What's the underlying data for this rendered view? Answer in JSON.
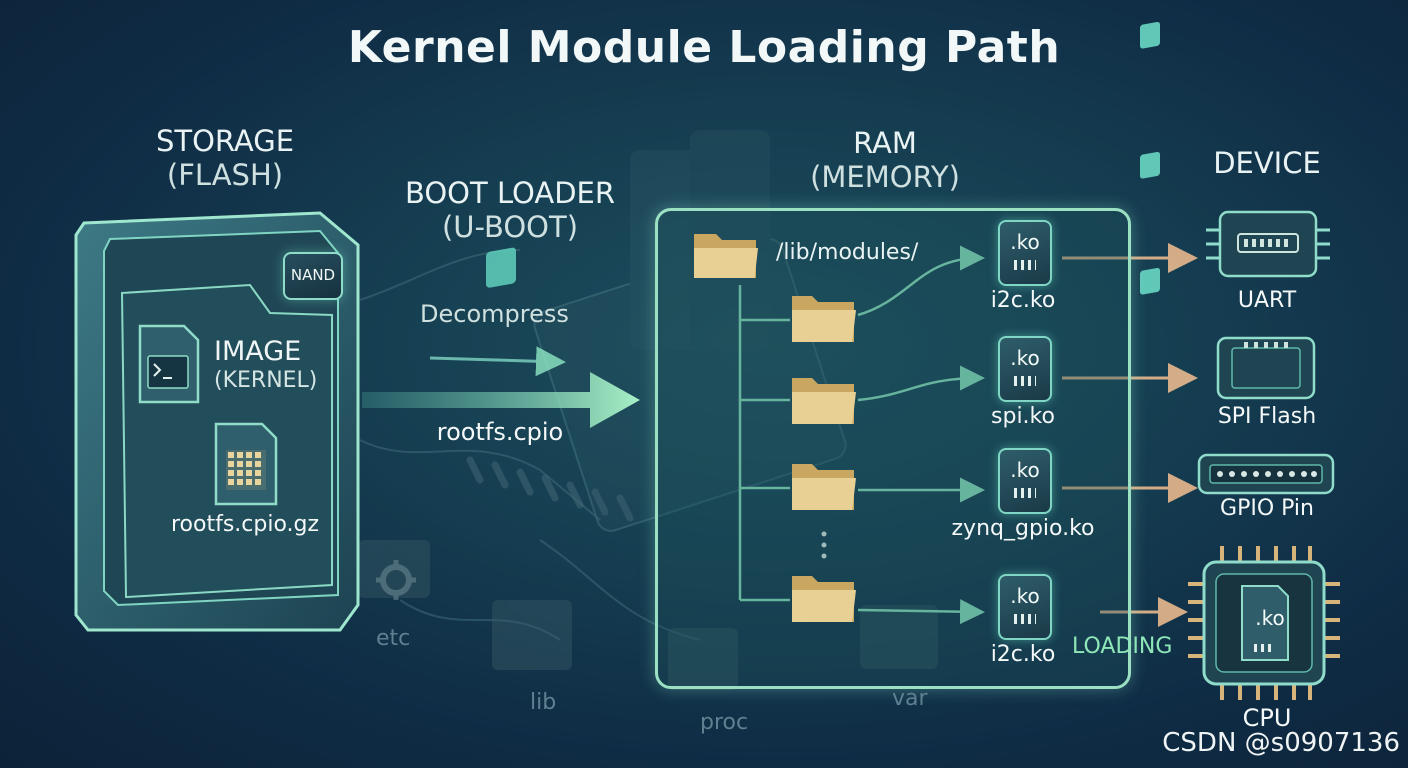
{
  "title": "Kernel Module Loading Path",
  "storage": {
    "line1": "STORAGE",
    "line2": "(FLASH)",
    "chip": "NAND",
    "image_line1": "IMAGE",
    "image_line2": "(KERNEL)",
    "archive": "rootfs.cpio.gz"
  },
  "bootloader": {
    "line1": "BOOT LOADER",
    "line2": "(U-BOOT)",
    "step": "Decompress",
    "output": "rootfs.cpio"
  },
  "ram": {
    "line1": "RAM",
    "line2": "(MEMORY)",
    "path": "/lib/modules/",
    "loading": "LOADING"
  },
  "modules": [
    {
      "icon": ".ko",
      "name": "i2c.ko"
    },
    {
      "icon": ".ko",
      "name": "spi.ko"
    },
    {
      "icon": ".ko",
      "name": "zynq_gpio.ko"
    },
    {
      "icon": ".ko",
      "name": "i2c.ko"
    }
  ],
  "device": {
    "header": "DEVICE",
    "uart": "UART",
    "spi": "SPI Flash",
    "gpio": "GPIO Pin",
    "cpu": "CPU",
    "cpu_chip": ".ko"
  },
  "background_dirs": {
    "etc": "etc",
    "lib": "lib",
    "proc": "proc",
    "var": "var"
  },
  "watermark": "CSDN @s0907136",
  "colors": {
    "accent": "#7fe3c8",
    "arrow_device": "#e8b98e",
    "folder": "#e6c98a",
    "panel_border": "#9be0c2"
  }
}
